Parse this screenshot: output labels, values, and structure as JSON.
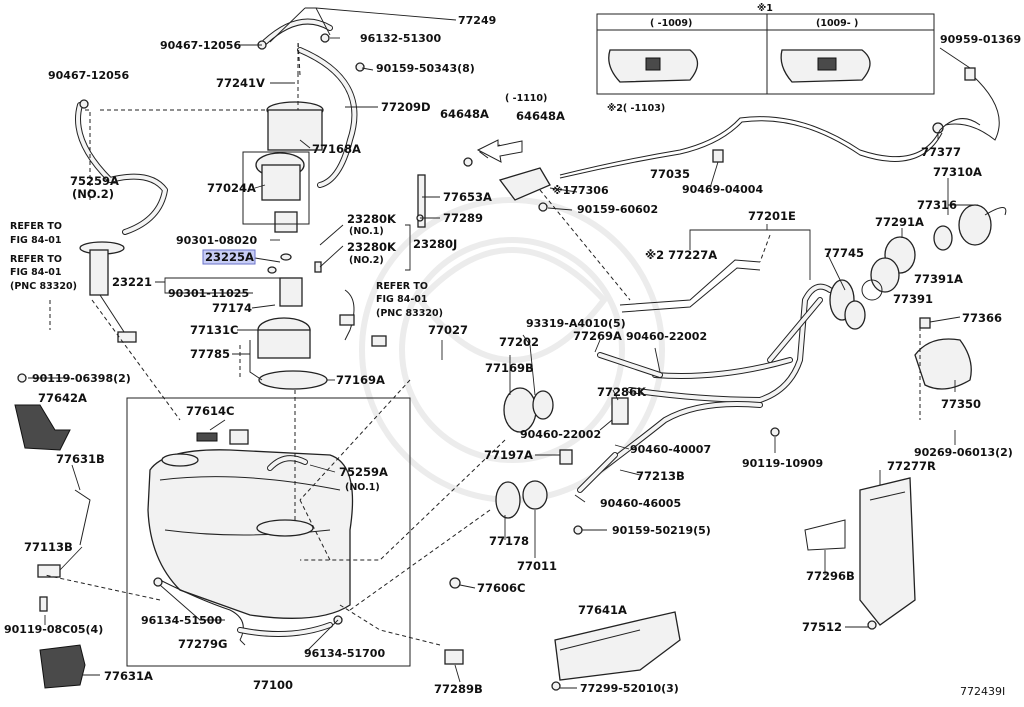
{
  "diagram_id": "772439I",
  "highlighted_part": "23225A",
  "labels": {
    "p77249": "77249",
    "p90467_12056_a": "90467-12056",
    "p96132_51300": "96132-51300",
    "p90467_12056_b": "90467-12056",
    "p90159_50343": "90159-50343(8)",
    "p77241v": "77241V",
    "p77209d": "77209D",
    "p77168a": "77168A",
    "p75259a_top": "75259A",
    "p75259a_top_sub": "(NO.2)",
    "p77024a": "77024A",
    "p77653a": "77653A",
    "p77289": "77289",
    "p23280k_1": "23280K",
    "p23280k_1_sub": "(NO.1)",
    "p23280k_2": "23280K",
    "p23280k_2_sub": "(NO.2)",
    "p23280j": "23280J",
    "p90301_08020": "90301-08020",
    "p23225a": "23225A",
    "p23221": "23221",
    "p90301_11025": "90301-11025",
    "p77174": "77174",
    "p77131c": "77131C",
    "p77785": "77785",
    "p77169a": "77169A",
    "p77027": "77027",
    "refer1_a": "REFER TO",
    "refer1_b": "FIG 84-01",
    "refer2_a": "REFER TO",
    "refer2_b": "FIG 84-01",
    "refer2_c": "(PNC 83320)",
    "refer3_a": "REFER TO",
    "refer3_b": "FIG 84-01",
    "refer3_c": "(PNC 83320)",
    "p90119_06398": "90119-06398(2)",
    "p77642a": "77642A",
    "p77631b": "77631B",
    "p77113b": "77113B",
    "p90119_08c05": "90119-08C05(4)",
    "p77631a": "77631A",
    "p77614c": "77614C",
    "p75259a_mid": "75259A",
    "p75259a_mid_sub": "(NO.1)",
    "p77606c": "77606C",
    "p96134_51500": "96134-51500",
    "p77279g": "77279G",
    "p96134_51700": "96134-51700",
    "p77100": "77100",
    "p77289b": "77289B",
    "p64648a_1": "64648A",
    "p64648a_2": "64648A",
    "range_1110": "(   -1110)",
    "star177306": "※177306",
    "p90159_60602": "90159-60602",
    "star2_1103": "※2(   -1103)",
    "p77035": "77035",
    "p90469_04004": "90469-04004",
    "star1": "※1",
    "star1_col1": "(   -1009)",
    "star1_col2": "(1009-   )",
    "p90959_01369": "90959-01369",
    "p77377": "77377",
    "p77310a": "77310A",
    "p77316": "77316",
    "p77291a": "77291A",
    "p77391a": "77391A",
    "p77391": "77391",
    "p77201e": "77201E",
    "star2_77227a": "※2 77227A",
    "p77745": "77745",
    "p93319_a4010": "93319-A4010(5)",
    "p77202": "77202",
    "p77269a": "77269A",
    "p90460_22002_a": "90460-22002",
    "p77169b": "77169B",
    "p77286k": "77286K",
    "p90460_22002_b": "90460-22002",
    "p90460_40007": "90460-40007",
    "p77197a": "77197A",
    "p77213b": "77213B",
    "p90460_46005": "90460-46005",
    "p90119_10909": "90119-10909",
    "p90159_50219": "90159-50219(5)",
    "p77178": "77178",
    "p77011": "77011",
    "p77641a": "77641A",
    "p77299_52010": "77299-52010(3)",
    "p77366": "77366",
    "p77350": "77350",
    "p90269_06013": "90269-06013(2)",
    "p77277r": "77277R",
    "p77296b": "77296B",
    "p77512": "77512"
  }
}
